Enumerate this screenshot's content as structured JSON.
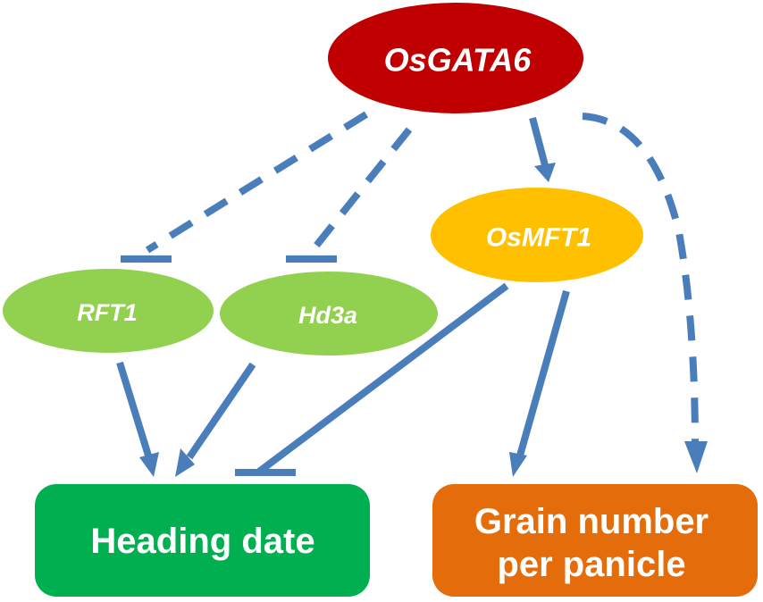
{
  "colors": {
    "edge": "#4a7ebb",
    "osgata6": "#c00000",
    "osmft1": "#ffc000",
    "ft_like": "#92d050",
    "heading_date": "#00b050",
    "grain_number": "#e46c0a",
    "text": "#ffffff"
  },
  "nodes": {
    "osgata6": {
      "label": "OsGATA6",
      "shape": "ellipse"
    },
    "osmft1": {
      "label": "OsMFT1",
      "shape": "ellipse"
    },
    "rft1": {
      "label": "RFT1",
      "shape": "ellipse"
    },
    "hd3a": {
      "label": "Hd3a",
      "shape": "ellipse"
    },
    "heading_date": {
      "label": "Heading date",
      "shape": "rounded-rect"
    },
    "grain_number": {
      "line1": "Grain number",
      "line2": "per panicle",
      "shape": "rounded-rect"
    }
  },
  "edges": [
    {
      "from": "OsGATA6",
      "to": "RFT1",
      "type": "inhibition",
      "style": "dashed"
    },
    {
      "from": "OsGATA6",
      "to": "Hd3a",
      "type": "inhibition",
      "style": "dashed"
    },
    {
      "from": "OsGATA6",
      "to": "OsMFT1",
      "type": "activation",
      "style": "solid"
    },
    {
      "from": "OsGATA6",
      "to": "Grain number per panicle",
      "type": "activation",
      "style": "dashed"
    },
    {
      "from": "RFT1",
      "to": "Heading date",
      "type": "activation",
      "style": "solid"
    },
    {
      "from": "Hd3a",
      "to": "Heading date",
      "type": "activation",
      "style": "solid"
    },
    {
      "from": "OsMFT1",
      "to": "Heading date",
      "type": "inhibition",
      "style": "solid"
    },
    {
      "from": "OsMFT1",
      "to": "Grain number per panicle",
      "type": "activation",
      "style": "solid"
    }
  ]
}
